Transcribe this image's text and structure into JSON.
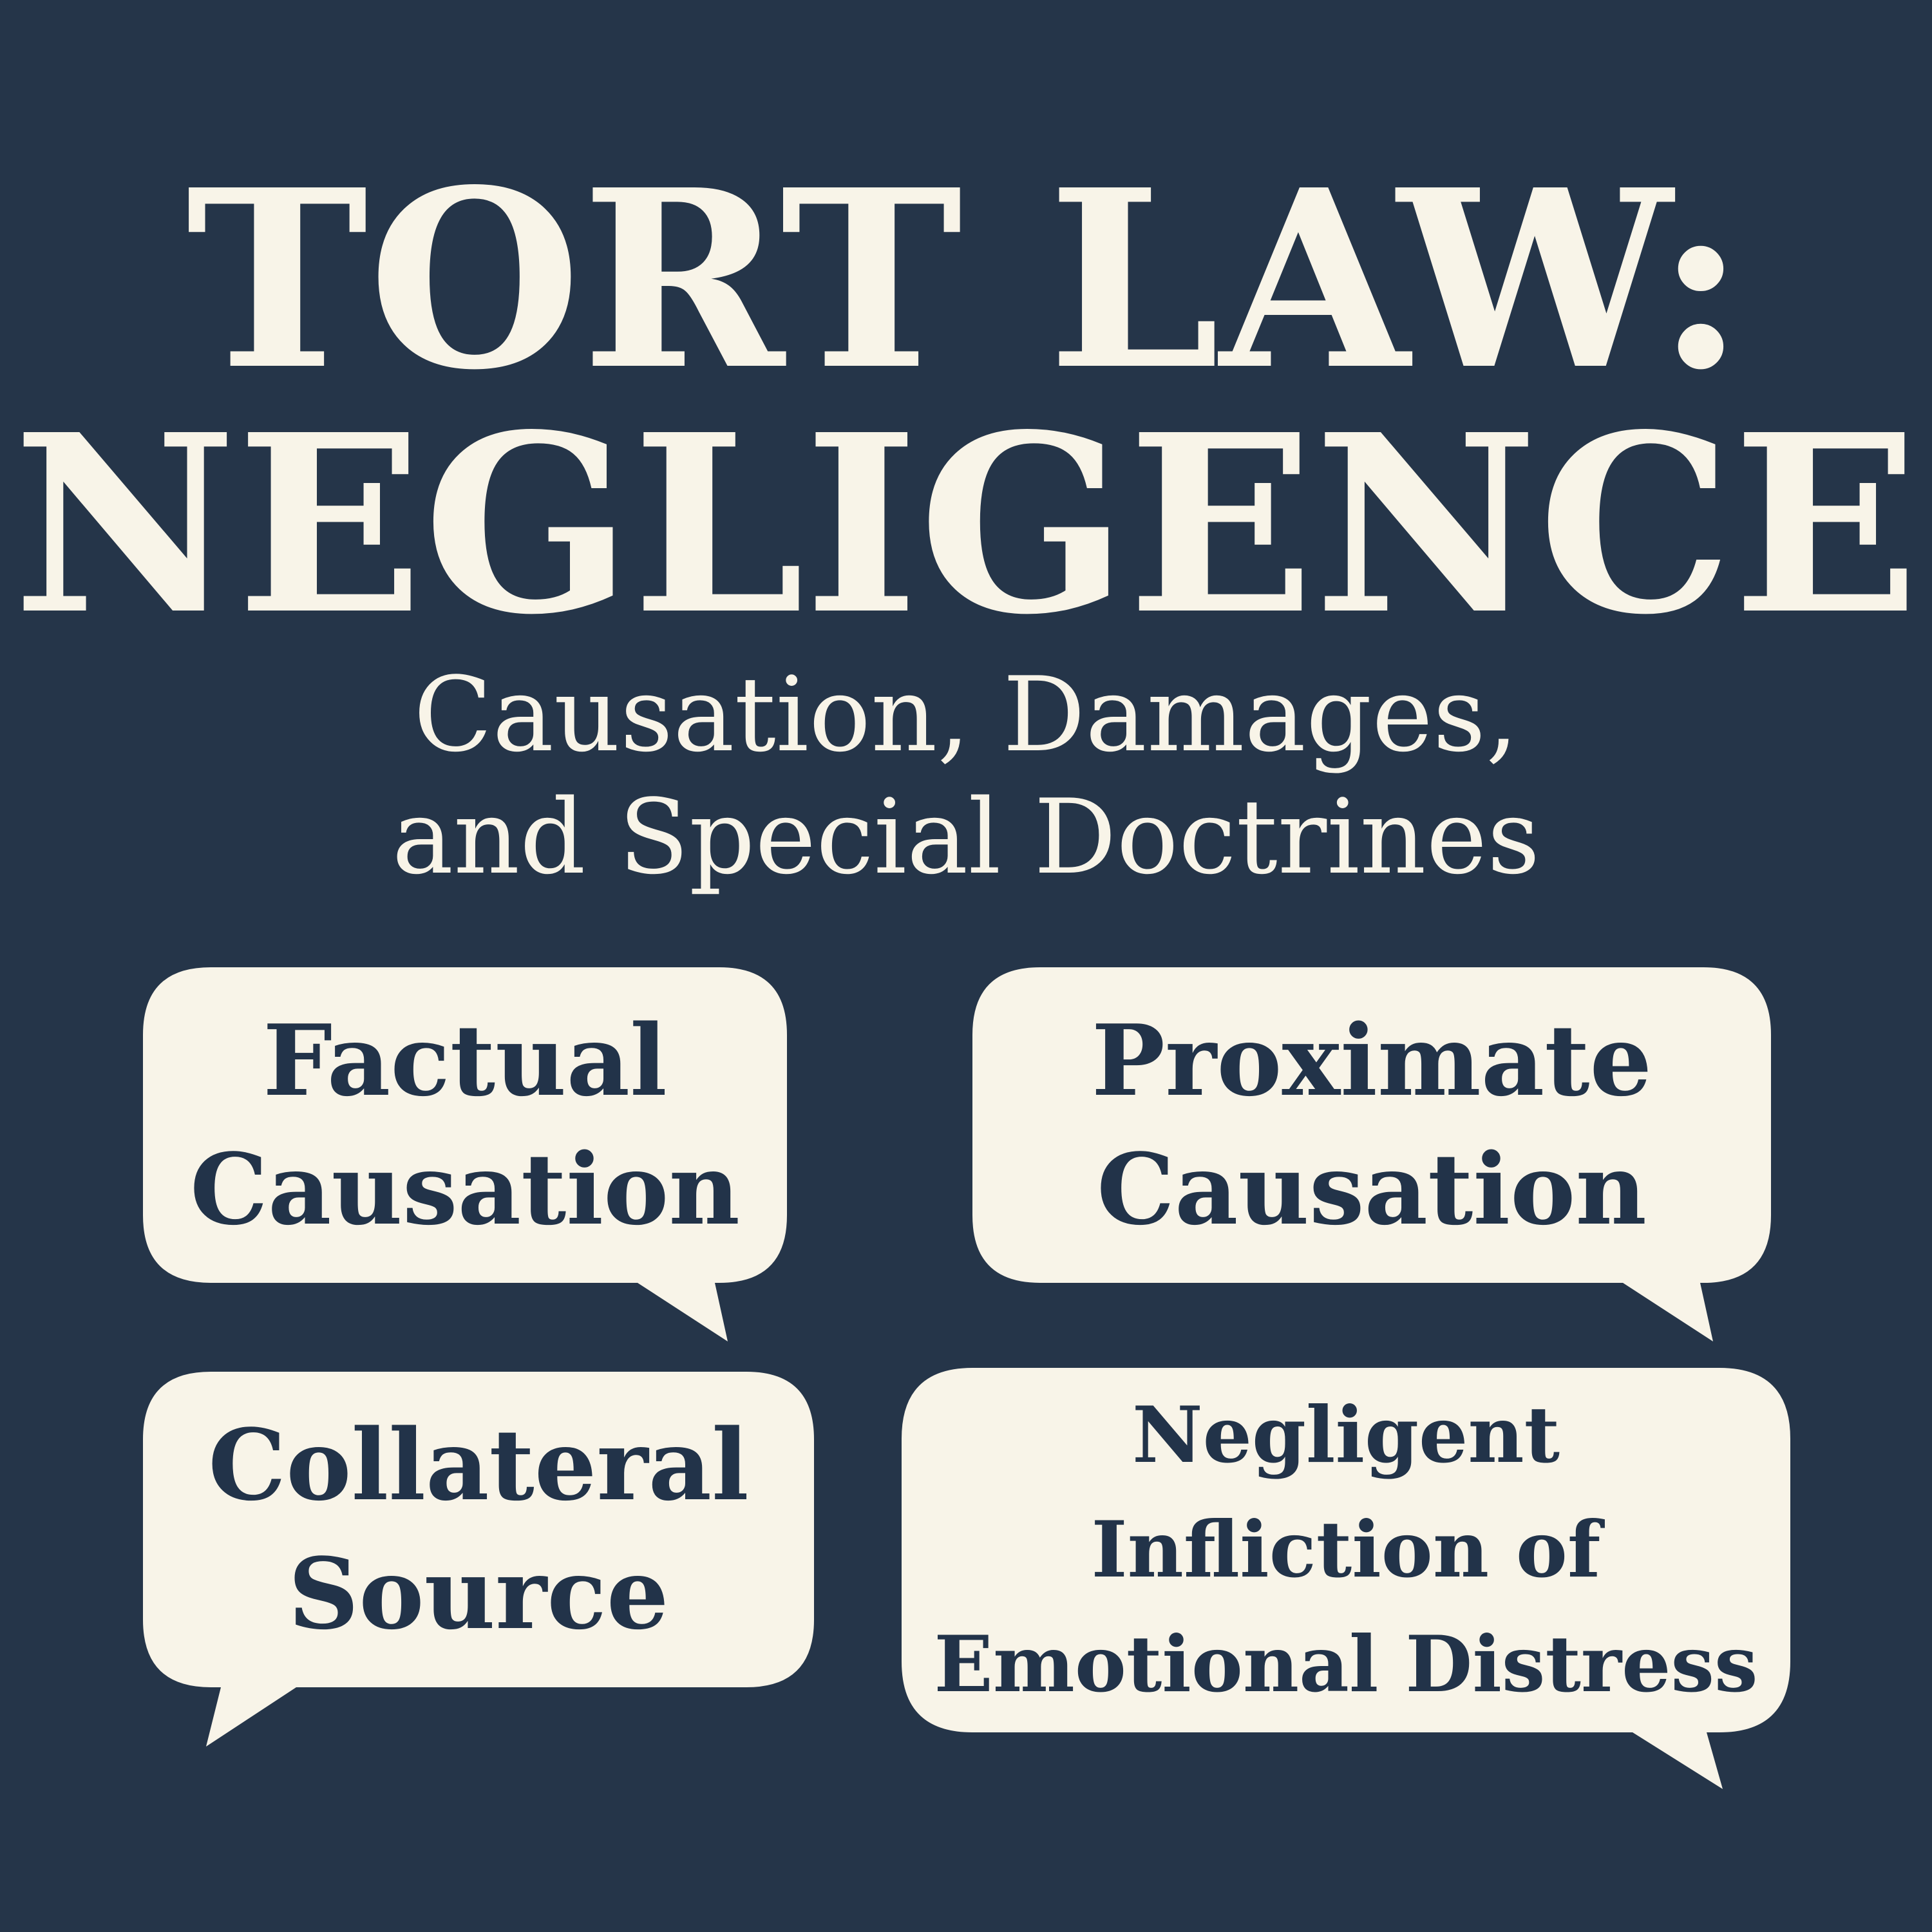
{
  "title": {
    "line1": "TORT LAW:",
    "line2": "NEGLIGENCE"
  },
  "subtitle": {
    "line1": "Causation, Damages,",
    "line2": "and Special Doctrines"
  },
  "bubbles": [
    {
      "line1": "Factual",
      "line2": "Causation"
    },
    {
      "line1": "Proximate",
      "line2": "Causation"
    },
    {
      "line1": "Collateral",
      "line2": "Source"
    },
    {
      "line1": "Negligent",
      "line2": "Infliction of",
      "line3": "Emotional Distress"
    }
  ],
  "colors": {
    "background": "#253549",
    "title_text": "#F8F4E8",
    "bubble_fill": "#F8F4E8",
    "bubble_text": "#223349"
  }
}
